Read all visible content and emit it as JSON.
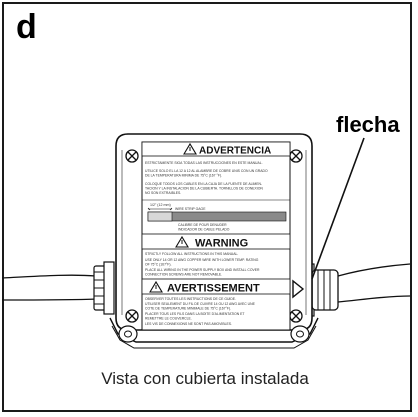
{
  "panel": {
    "letter": "d"
  },
  "pointer": {
    "label": "flecha"
  },
  "caption": "Vista con cubierta instalada",
  "label_plate": {
    "spanish": {
      "header": "ADVERTENCIA",
      "line1": "ESTRICTAMENTE SIGA TODAS LAS INSTRUCCIONES EN ESTE MANUAL.",
      "line2": "UTILICE SOLO EL LA 12 A 12 AL ALAMBRE DE COBRE UNIS CON UN GRADO",
      "line3": "DE LA TEMPERATURA MINIMA DE 75°C (167 °F).",
      "line4": "COLOQUE TODOS LOS CABLES EN LA CAJA DE LA FUENTE DE ALIMEN-",
      "line5": "TACION Y LA INSTALACION DE LA CUBIERTA. TORNILLOS DE CONEXION",
      "line6": "NO SON EXTRAIBLES."
    },
    "strip_gauge": {
      "measure": "1/2\" (12 mm)",
      "title": "WIRE STRIP GAGE",
      "note1": "CALIBRE DE POUR DENUDER",
      "note2": "INDICADOR DE CABLE PELADO"
    },
    "english": {
      "header": "WARNING",
      "line1": "STRICTLY FOLLOW ALL INSTRUCTIONS IN THIS MANUAL.",
      "line2": "USE ONLY 14 OR 12 AWG COPPER WIRE WITH LOWER TEMP. RATING",
      "line3": "OF 75°C (167°F).",
      "line4": "PLACE ALL WIRING IN THE POWER SUPPLY BOX AND INSTALL COVER",
      "line5": "CONNECTION SCREWS ARE NOT REMOVABLE."
    },
    "french": {
      "header": "AVERTISSEMENT",
      "line1": "OBSERVER TOUTES LES INSTRUCTIONS DE CE GUIDE.",
      "line2": "UTILISER SEULEMENT DU FIL DE CUIVRE 14 OU 12 AWG AVEC UNE",
      "line3": "COTE DE TEMPERATURE MINIMALE DE 75°C (167°F).",
      "line4": "PLACER TOUS LES FILS DANS LA BOITE D'ALIMENTATION ET",
      "line5": "REMETTRE LE COUVERCLE.",
      "line6": "LES VIS DE CONNEXIONS NE SONT PAS AMOVIBLES."
    }
  }
}
